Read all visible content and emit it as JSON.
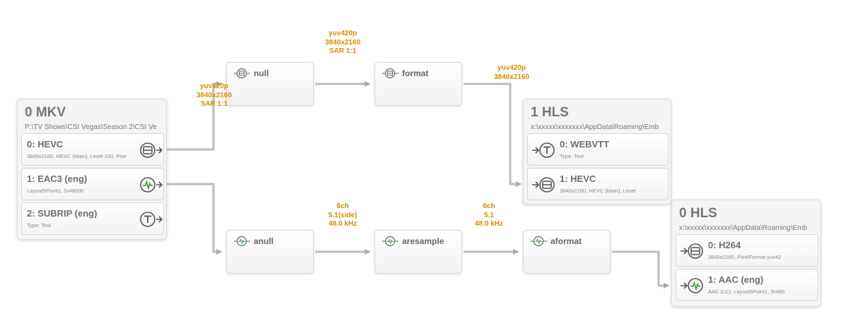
{
  "containers": {
    "input_mkv": {
      "title": "0 MKV",
      "path": "P:\\TV Shows\\CSI Vegas\\Season 2\\CSI Ve",
      "streams": [
        {
          "title": "0: HEVC",
          "subtitle": "3840x2160, HEVC (Main), Level 150, Pixe",
          "icon": "video-stream-icon"
        },
        {
          "title": "1: EAC3 (eng)",
          "subtitle": "Layout5Point1, Sr48000",
          "icon": "audio-stream-icon"
        },
        {
          "title": "2: SUBRIP (eng)",
          "subtitle": "Type: Text",
          "icon": "text-stream-icon"
        }
      ]
    },
    "output_hls_1": {
      "title": "1 HLS",
      "path": "x:\\xxxxx\\xxxxxxx\\AppData\\Roaming\\Emb",
      "streams": [
        {
          "title": "0: WEBVTT",
          "subtitle": "Type: Text",
          "icon": "text-stream-icon"
        },
        {
          "title": "1: HEVC",
          "subtitle": "3840x2160, HEVC (Main), Level",
          "icon": "video-stream-icon"
        }
      ]
    },
    "output_hls_0": {
      "title": "0 HLS",
      "path": "x:\\xxxxx\\xxxxxxx\\AppData\\Roaming\\Emb",
      "streams": [
        {
          "title": "0: H264",
          "subtitle": "3840x2160, PixelFormat yuv42",
          "icon": "video-stream-icon"
        },
        {
          "title": "1: AAC (eng)",
          "subtitle": "AAC (LC), Layout5Point1, Sr480",
          "icon": "audio-stream-icon"
        }
      ]
    }
  },
  "filters": {
    "null": {
      "label": "null",
      "icon": "video-filter-icon"
    },
    "format": {
      "label": "format",
      "icon": "video-filter-icon"
    },
    "anull": {
      "label": "anull",
      "icon": "audio-filter-icon"
    },
    "aresample": {
      "label": "aresample",
      "icon": "audio-filter-icon"
    },
    "aformat": {
      "label": "aformat",
      "icon": "audio-filter-icon"
    }
  },
  "annotations": {
    "input_to_null": [
      "yuv420p",
      "3840x2160",
      "SAR 1:1"
    ],
    "null_to_format": [
      "yuv420p",
      "3840x2160",
      "SAR 1:1"
    ],
    "format_to_output": [
      "yuv420p",
      "3840x2160"
    ],
    "anull_to_aresample": [
      "6ch",
      "5.1(side)",
      "48.0 kHz"
    ],
    "aresample_to_aformat": [
      "6ch",
      "5.1",
      "48.0 kHz"
    ]
  },
  "colors": {
    "annotation": "#d98a00",
    "wire": "#bdbdbd",
    "title_text": "#777777"
  }
}
